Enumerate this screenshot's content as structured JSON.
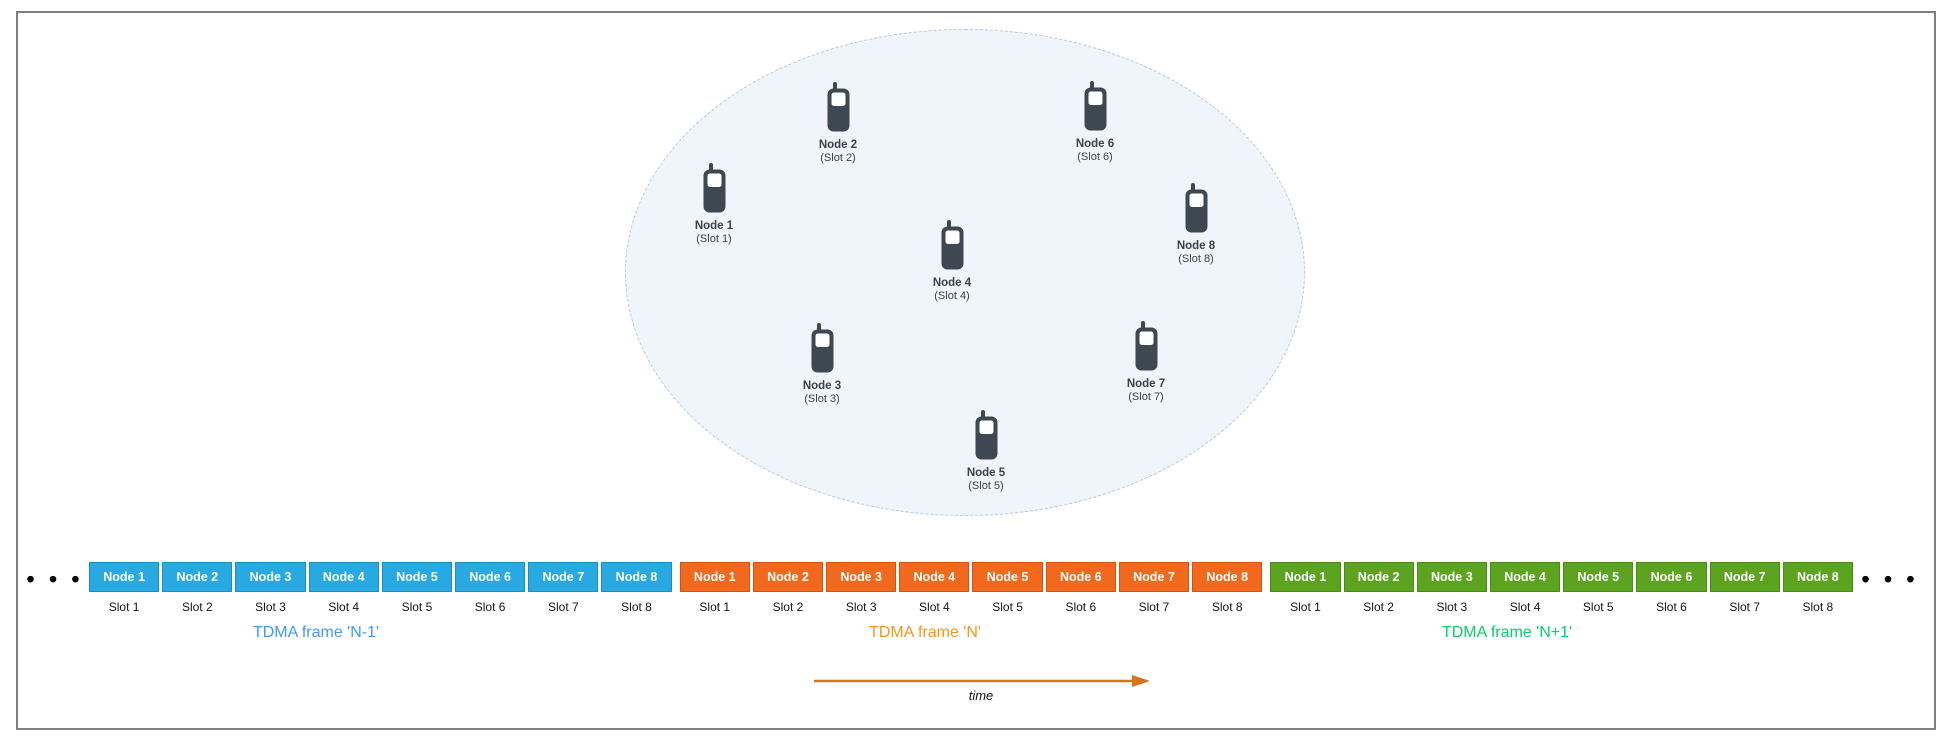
{
  "network": {
    "nodes": [
      {
        "name": "Node 1",
        "slot": "(Slot 1)"
      },
      {
        "name": "Node 2",
        "slot": "(Slot 2)"
      },
      {
        "name": "Node 3",
        "slot": "(Slot 3)"
      },
      {
        "name": "Node 4",
        "slot": "(Slot 4)"
      },
      {
        "name": "Node 5",
        "slot": "(Slot 5)"
      },
      {
        "name": "Node 6",
        "slot": "(Slot 6)"
      },
      {
        "name": "Node 7",
        "slot": "(Slot 7)"
      },
      {
        "name": "Node 8",
        "slot": "(Slot 8)"
      }
    ]
  },
  "timeline": {
    "ellipsis": "• • •",
    "time_label": "time",
    "arrow_color": "#d8741e",
    "frames": [
      {
        "name": "TDMA frame 'N-1'",
        "box_color": "#29a9e1",
        "label_color": "#4299f5",
        "slots": [
          {
            "node": "Node 1",
            "slot": "Slot 1"
          },
          {
            "node": "Node 2",
            "slot": "Slot 2"
          },
          {
            "node": "Node 3",
            "slot": "Slot 3"
          },
          {
            "node": "Node 4",
            "slot": "Slot 4"
          },
          {
            "node": "Node 5",
            "slot": "Slot 5"
          },
          {
            "node": "Node 6",
            "slot": "Slot 6"
          },
          {
            "node": "Node 7",
            "slot": "Slot 7"
          },
          {
            "node": "Node 8",
            "slot": "Slot 8"
          }
        ]
      },
      {
        "name": "TDMA frame 'N'",
        "box_color": "#f2691d",
        "label_color": "#f7941e",
        "slots": [
          {
            "node": "Node 1",
            "slot": "Slot 1"
          },
          {
            "node": "Node 2",
            "slot": "Slot 2"
          },
          {
            "node": "Node 3",
            "slot": "Slot 3"
          },
          {
            "node": "Node 4",
            "slot": "Slot 4"
          },
          {
            "node": "Node 5",
            "slot": "Slot 5"
          },
          {
            "node": "Node 6",
            "slot": "Slot 6"
          },
          {
            "node": "Node 7",
            "slot": "Slot 7"
          },
          {
            "node": "Node 8",
            "slot": "Slot 8"
          }
        ]
      },
      {
        "name": "TDMA frame 'N+1'",
        "box_color": "#5ca420",
        "label_color": "#0bcd6c",
        "slots": [
          {
            "node": "Node 1",
            "slot": "Slot 1"
          },
          {
            "node": "Node 2",
            "slot": "Slot 2"
          },
          {
            "node": "Node 3",
            "slot": "Slot 3"
          },
          {
            "node": "Node 4",
            "slot": "Slot 4"
          },
          {
            "node": "Node 5",
            "slot": "Slot 5"
          },
          {
            "node": "Node 6",
            "slot": "Slot 6"
          },
          {
            "node": "Node 7",
            "slot": "Slot 7"
          },
          {
            "node": "Node 8",
            "slot": "Slot 8"
          }
        ]
      }
    ]
  }
}
